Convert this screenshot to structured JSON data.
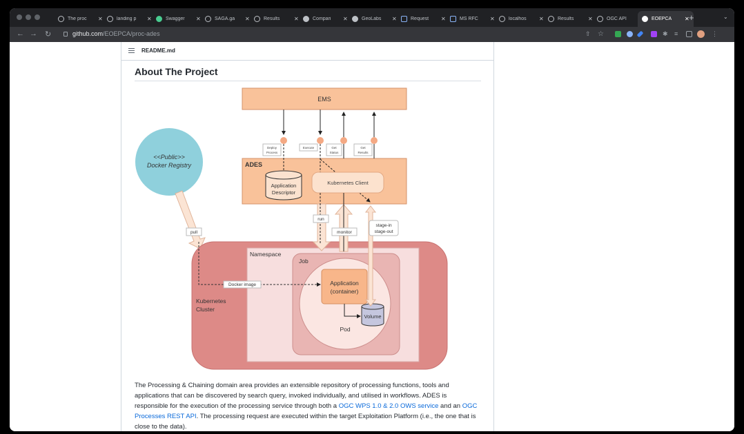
{
  "tabs": [
    {
      "label": "The proc",
      "icon": "globe-icon"
    },
    {
      "label": "landing p",
      "icon": "globe-icon"
    },
    {
      "label": "Swagger",
      "icon": "swagger-icon"
    },
    {
      "label": "SAGA.ga",
      "icon": "globe-icon"
    },
    {
      "label": "Results",
      "icon": "globe-icon"
    },
    {
      "label": "Compari",
      "icon": "github-icon"
    },
    {
      "label": "GeoLabs",
      "icon": "github-icon"
    },
    {
      "label": "Request",
      "icon": "cube-icon"
    },
    {
      "label": "MS RFC",
      "icon": "cube-icon"
    },
    {
      "label": "localhos",
      "icon": "globe-icon"
    },
    {
      "label": "Results",
      "icon": "globe-icon"
    },
    {
      "label": "OGC API",
      "icon": "globe-icon"
    },
    {
      "label": "EOEPCA",
      "icon": "github-icon"
    }
  ],
  "address": {
    "host": "github.com",
    "path": "/EOEPCA/proc-ades"
  },
  "readme": {
    "filename": "README.md",
    "heading": "About The Project"
  },
  "diagram": {
    "ems": "EMS",
    "deploy": [
      "Deploy",
      "Process"
    ],
    "execute": "Execute",
    "get_status": [
      "Get",
      "Status"
    ],
    "get_results": [
      "Get",
      "Results"
    ],
    "ades": "ADES",
    "app_descriptor": [
      "Application",
      "Descriptor"
    ],
    "k8s_client": "Kubernetes Client",
    "registry": [
      "<<Public>>",
      "Docker Registry"
    ],
    "pull": "pull",
    "run": "run",
    "monitor": "monitor",
    "stage": [
      "stage-in",
      "stage-out"
    ],
    "namespace": "Namespace",
    "job": "Job",
    "application": [
      "Application",
      "(container)"
    ],
    "docker_image": "Docker image",
    "cluster": [
      "Kubernetes",
      "Cluster"
    ],
    "volume": "Volume",
    "pod": "Pod"
  },
  "paragraph": {
    "text1": "The Processing & Chaining domain area provides an extensible repository of processing functions, tools and applications that can be discovered by search query, invoked individually, and utilised in workflows. ADES is responsible for the execution of the processing service through both a ",
    "link1": "OGC WPS 1.0 & 2.0 OWS service",
    "text2": " and an ",
    "link2": "OGC Processes REST API",
    "text3": ". The processing request are executed within the target Exploitation Platform (i.e., the one that is close to the data)."
  },
  "colors": {
    "accent_link": "#0969da",
    "ems_fill": "#f9c29a",
    "cluster_fill": "#dd8a87",
    "registry_fill": "#8fd0dc"
  }
}
